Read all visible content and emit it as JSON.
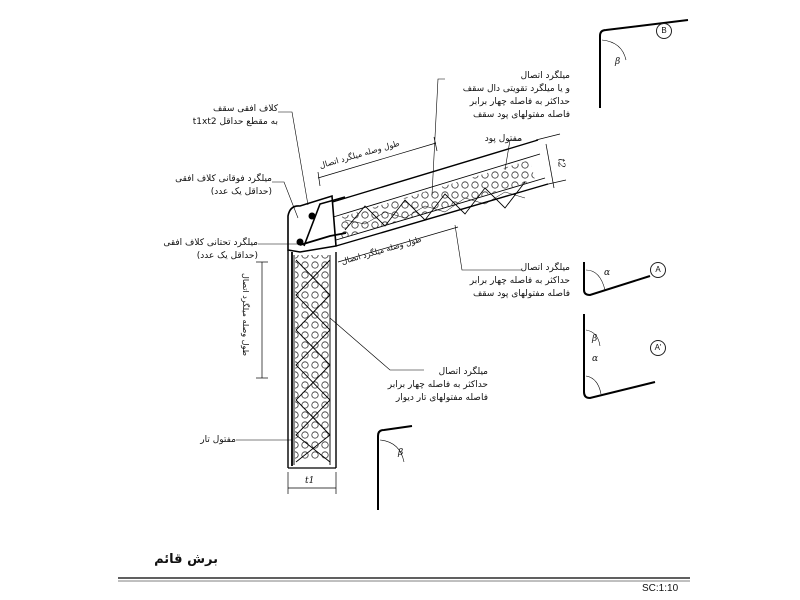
{
  "title": "برش قائم",
  "scale": "SC:1:10",
  "labels": {
    "roof_tie": [
      "کلاف افقی سقف",
      "به مقطع حداقل t1xt2"
    ],
    "top_rebar": [
      "میلگرد فوقانی کلاف افقی",
      "(حداقل یک عدد)"
    ],
    "bottom_rebar": [
      "میلگرد تحتانی کلاف افقی",
      "(حداقل یک عدد)"
    ],
    "roof_connection": [
      "میلگرد اتصال",
      "و یا میلگرد تقویتی دال سقف",
      "حداکثر به فاصله چهار برابر",
      "فاصله مفتولهای پود سقف"
    ],
    "weft_wire": "مفتول پود",
    "connection_lower": [
      "میلگرد اتصال",
      "حداکثر به فاصله چهار برابر",
      "فاصله مفتولهای پود سقف"
    ],
    "wall_connection": [
      "میلگرد اتصال",
      "حداکثر به فاصله چهار برابر",
      "فاصله مفتولهای تار دیوار"
    ],
    "warp_wire": "مفتول تار",
    "lap_length": "طول وصله میلگرد اتصال",
    "t1": "t1",
    "t2": "t2"
  },
  "details": [
    {
      "circle": "B",
      "angle": "β"
    },
    {
      "circle": "A",
      "angle": "α"
    },
    {
      "circle": "A'",
      "angles": [
        "β",
        "α"
      ]
    },
    {
      "angle": "β"
    }
  ]
}
